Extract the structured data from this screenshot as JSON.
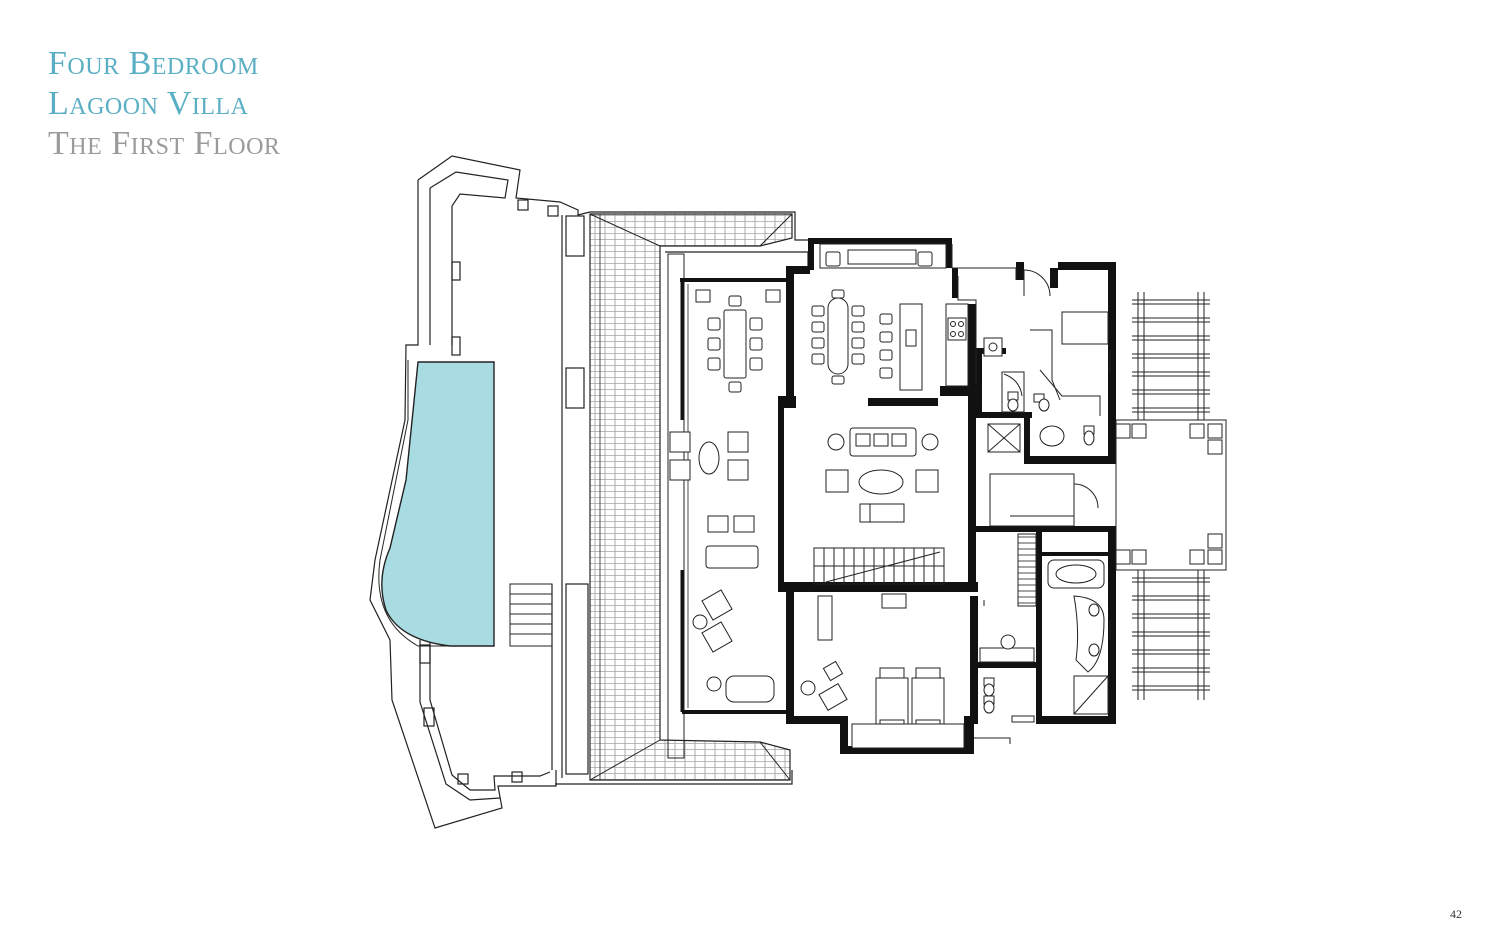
{
  "header": {
    "title_line_1": "Four Bedroom",
    "title_line_2": "Lagoon Villa",
    "subtitle": "The First Floor"
  },
  "page_number": "42",
  "colors": {
    "accent": "#5bafc4",
    "subtitle": "#9b9b9b",
    "pool": "#a8dbe2",
    "wall": "#111111",
    "roof_hatch": "#555555"
  },
  "icons": {
    "furniture": "furniture-icon",
    "stairs": "stairs-icon",
    "bathtub": "bathtub-icon",
    "toilet": "toilet-icon"
  }
}
